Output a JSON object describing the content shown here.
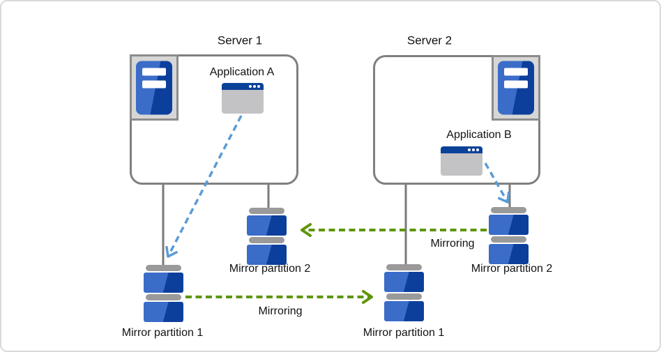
{
  "servers": [
    {
      "label": "Server 1",
      "application": "Application A",
      "partitions": [
        "Mirror partition 1",
        "Mirror partition 2"
      ]
    },
    {
      "label": "Server 2",
      "application": "Application B",
      "partitions": [
        "Mirror partition 1",
        "Mirror partition 2"
      ]
    }
  ],
  "links": [
    {
      "label": "Mirroring",
      "from": "Server 2 Mirror partition 2",
      "to": "Server 1 Mirror partition 2",
      "direction": "right-to-left"
    },
    {
      "label": "Mirroring",
      "from": "Server 1 Mirror partition 1",
      "to": "Server 2 Mirror partition 1",
      "direction": "left-to-right"
    }
  ],
  "icons": {
    "server": "server-tower-icon",
    "application": "app-window-icon",
    "partition": "disk-partition-icon"
  },
  "colors": {
    "accent_blue": "#5b9bd5",
    "accent_green": "#5e9508",
    "disk_light": "#3a6cc8",
    "disk_dark": "#0c3f9c",
    "cap_gray": "#9a9a9a",
    "gray_line": "#7a7a7a",
    "box_border": "#7f7f7f",
    "icon_bg": "#d6d6d6",
    "icon_border": "#8c8c8c",
    "window_bar": "#0b4299",
    "window_body": "#c3c3c5",
    "canvas_border": "#d9d9d9",
    "text": "#111111"
  }
}
